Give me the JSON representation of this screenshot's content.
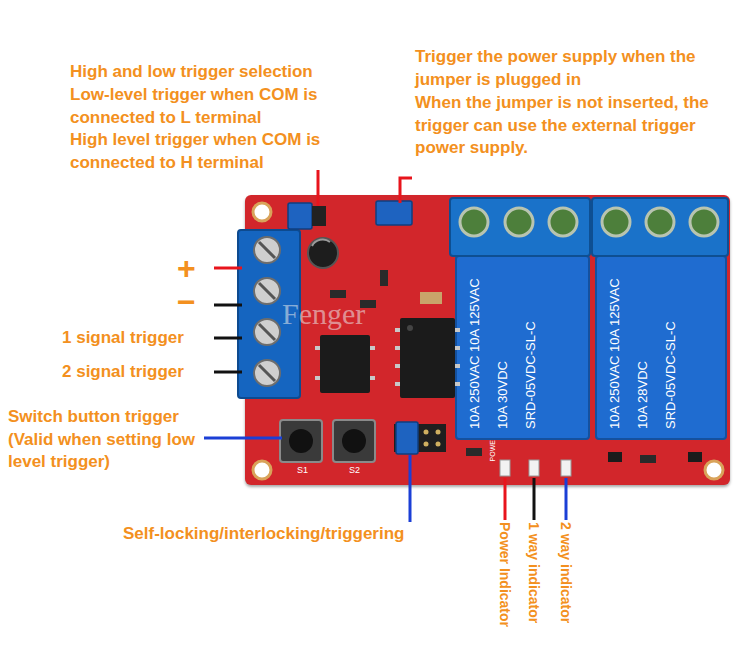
{
  "diagram": {
    "nodes": [
      {
        "text": [
          "S1",
          "S2",
          "POWER"
        ]
      },
      {
        "text": [
          "10A 250VAC 10A 125VAC",
          "10A 30VDC",
          "SRD-05VDC-SL-C"
        ],
        "in": 0
      },
      {
        "text": [
          "10A 250VAC 10A 125VAC",
          "10A 28VDC",
          "SRD-05VDC-SL-C"
        ],
        "in": 0
      }
    ],
    "labels": [
      "High and low trigger selection",
      "Low-level trigger when COM is connected to L terminal",
      "High level trigger when COM is connected to H terminal",
      "Trigger the power supply when the jumper is plugged in",
      "When the jumper is not inserted, the trigger can use the external trigger power supply.",
      "+",
      "−",
      "1 signal trigger",
      "2 signal trigger",
      "Switch button trigger (Valid when setting low level trigger)",
      "Self-locking/interlocking/triggering",
      "Power Indicator",
      "1 way indicator",
      "2 way indicator",
      "Fenger"
    ]
  }
}
